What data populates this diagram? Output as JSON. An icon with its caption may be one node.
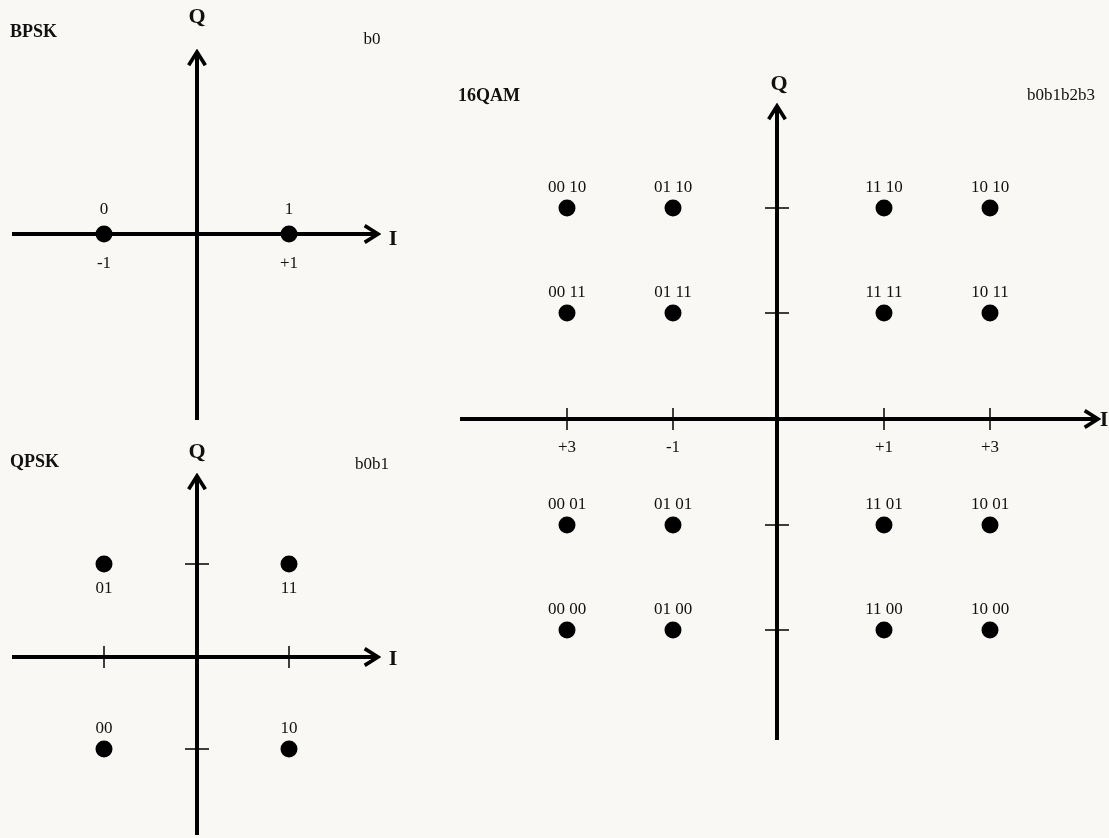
{
  "diagram": {
    "labels": [
      "BPSK",
      "Q",
      "b0",
      "0",
      "1",
      "I",
      "-1",
      "+1",
      "QPSK",
      "Q",
      "b0b1",
      "01",
      "11",
      "I",
      "00",
      "10",
      "16QAM",
      "Q",
      "b0b1b2b3",
      "00 10",
      "01 10",
      "11 10",
      "10 10",
      "00 11",
      "01 11",
      "11 11",
      "10 11",
      "I",
      "+3",
      "-1",
      "+1",
      "+3",
      "00 01",
      "01 01",
      "11 01",
      "10 01",
      "00 00",
      "01 00",
      "11 00",
      "10 00"
    ]
  }
}
